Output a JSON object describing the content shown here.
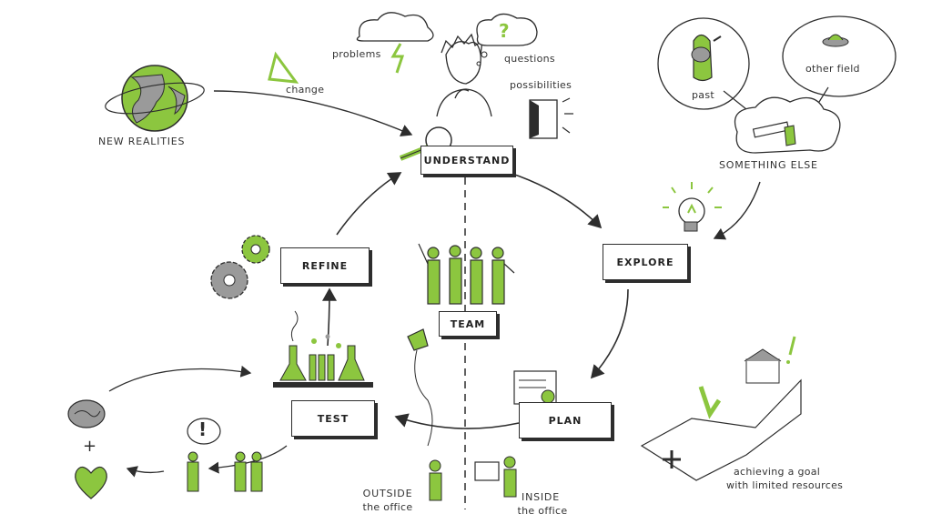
{
  "nodes": {
    "understand": "UNDERSTAND",
    "explore": "EXPLORE",
    "plan": "PLAN",
    "test": "TEST",
    "refine": "REFINE",
    "team": "TEAM"
  },
  "annotations": {
    "new_realities": "NEW REALITIES",
    "change": "change",
    "problems": "problems",
    "questions": "questions",
    "possibilities": "possibilities",
    "past": "past",
    "other_field": "other field",
    "something_else": "SOMETHING ELSE",
    "goal_line1": "achieving a goal",
    "goal_line2": "with limited resources",
    "outside_line1": "OUTSIDE",
    "outside_line2": "the office",
    "inside_line1": "INSIDE",
    "inside_line2": "the office"
  },
  "icons": {
    "question_mark": "?",
    "exclamation": "!",
    "plus": "+"
  },
  "colors": {
    "accent": "#8cc63f",
    "ink": "#2d2d2d",
    "grey": "#9a9a9a"
  }
}
